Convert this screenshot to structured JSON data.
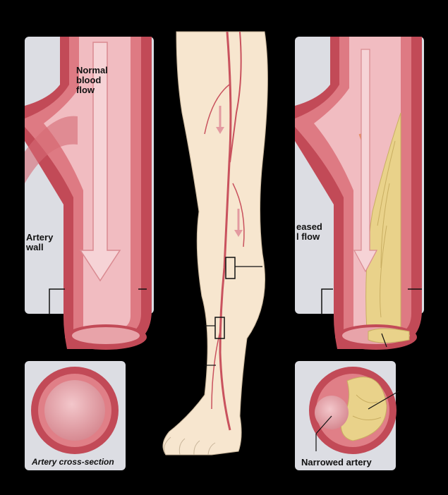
{
  "labels": {
    "normal_flow_line1": "Normal",
    "normal_flow_line2": "blood",
    "normal_flow_line3": "flow",
    "artery_wall_line1": "Artery",
    "artery_wall_line2": "wall",
    "decreased_flow_line1": "eased",
    "decreased_flow_line2": "l flow",
    "cross_section_caption": "Artery cross-section",
    "narrowed_caption": "Narrowed artery"
  },
  "colors": {
    "background": "#000000",
    "panel": "#dcdde3",
    "artery_outer": "#c9525e",
    "artery_mid": "#e07f87",
    "artery_lumen": "#f0b7bc",
    "plaque": "#e9d28a",
    "skin": "#f7e6cf"
  }
}
